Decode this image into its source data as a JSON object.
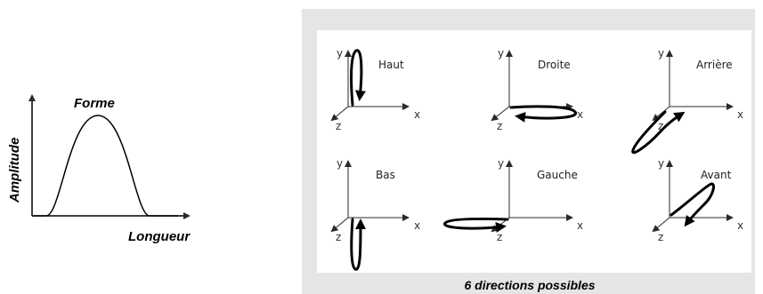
{
  "left_figure": {
    "title": "Forme",
    "y_label": "Amplitude",
    "x_label": "Longueur"
  },
  "right_figure": {
    "caption": "6 directions possibles",
    "axis_labels": {
      "x": "x",
      "y": "y",
      "z": "z"
    },
    "panels": [
      {
        "label": "Haut"
      },
      {
        "label": "Droite"
      },
      {
        "label": "Arrière"
      },
      {
        "label": "Bas"
      },
      {
        "label": "Gauche"
      },
      {
        "label": "Avant"
      }
    ]
  },
  "colors": {
    "panel_bg": "#e5e5e5",
    "inner_bg": "#ffffff",
    "ink": "#000000"
  }
}
